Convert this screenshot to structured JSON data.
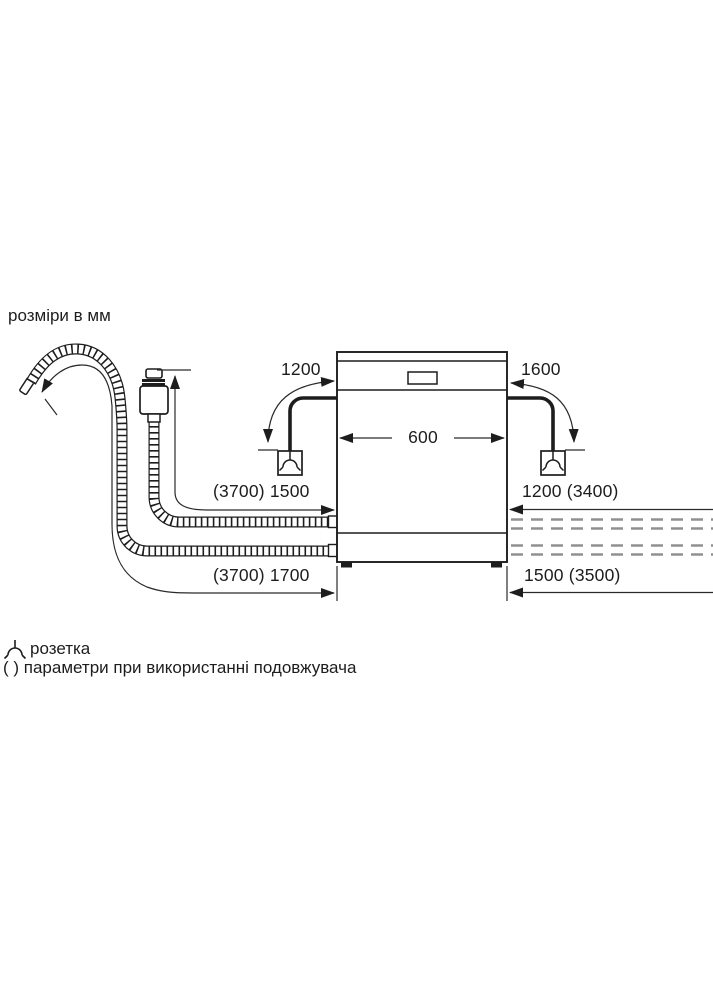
{
  "page": {
    "title": "розміри в мм"
  },
  "dimensions": {
    "cord_left": "1200",
    "cord_right": "1600",
    "appliance_width": "600",
    "inlet_hose_left": "(3700) 1500",
    "upper_right": "1200 (3400)",
    "drain_hose_left": "(3700) 1700",
    "lower_right": "1500 (3500)"
  },
  "legend": {
    "socket": "розетка",
    "extension": "( ) параметри при використанні подовжувача"
  },
  "icons": {
    "left_socket": "power-socket-icon",
    "right_socket": "power-socket-icon",
    "legend_socket": "power-socket-icon"
  },
  "colors": {
    "line": "#1d1d1d",
    "hose_continuation": "#909090",
    "background": "#ffffff"
  }
}
